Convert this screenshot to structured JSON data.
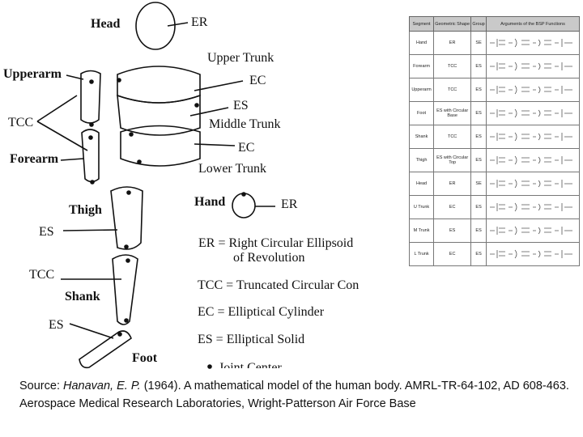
{
  "diagram": {
    "labels": {
      "head": "Head",
      "er_head": "ER",
      "upper_trunk": "Upper Trunk",
      "upperarm": "Upperarm",
      "ec_upper": "EC",
      "es_middle": "ES",
      "middle_trunk": "Middle Trunk",
      "tcc_arm": "TCC",
      "ec_lower": "EC",
      "forearm": "Forearm",
      "lower_trunk": "Lower Trunk",
      "hand": "Hand",
      "er_hand": "ER",
      "thigh": "Thigh",
      "es_thigh": "ES",
      "tcc_shank": "TCC",
      "shank": "Shank",
      "es_foot": "ES",
      "foot": "Foot"
    },
    "legend": {
      "er_line1": "ER = Right Circular Ellipsoid",
      "er_line2": "of Revolution",
      "tcc": "TCC = Truncated Circular Con",
      "ec": "EC = Elliptical Cylinder",
      "es": "ES = Elliptical Solid",
      "joint": "Joint Center"
    }
  },
  "table": {
    "headers": [
      "Segment",
      "Geometric Shape",
      "Group",
      "Arguments of the BSP Functions"
    ],
    "rows": [
      {
        "segment": "Hand",
        "shape": "ER",
        "group": "SE"
      },
      {
        "segment": "Forearm",
        "shape": "TCC",
        "group": "ES"
      },
      {
        "segment": "Upperarm",
        "shape": "TCC",
        "group": "ES"
      },
      {
        "segment": "Foot",
        "shape": "ES with Circular Base",
        "group": "ES"
      },
      {
        "segment": "Shank",
        "shape": "TCC",
        "group": "ES"
      },
      {
        "segment": "Thigh",
        "shape": "ES with Circular Top",
        "group": "ES"
      },
      {
        "segment": "Head",
        "shape": "ER",
        "group": "SE"
      },
      {
        "segment": "U Trunk",
        "shape": "EC",
        "group": "ES"
      },
      {
        "segment": "M Trunk",
        "shape": "ES",
        "group": "ES"
      },
      {
        "segment": "L Trunk",
        "shape": "EC",
        "group": "ES"
      }
    ]
  },
  "source": {
    "prefix": "Source: ",
    "author": "Hanavan, E. P.",
    "rest": " (1964). A mathematical model of the human body. AMRL-TR-64-102, AD 608-463. Aerospace Medical Research Laboratories, Wright-Patterson Air Force Base"
  }
}
